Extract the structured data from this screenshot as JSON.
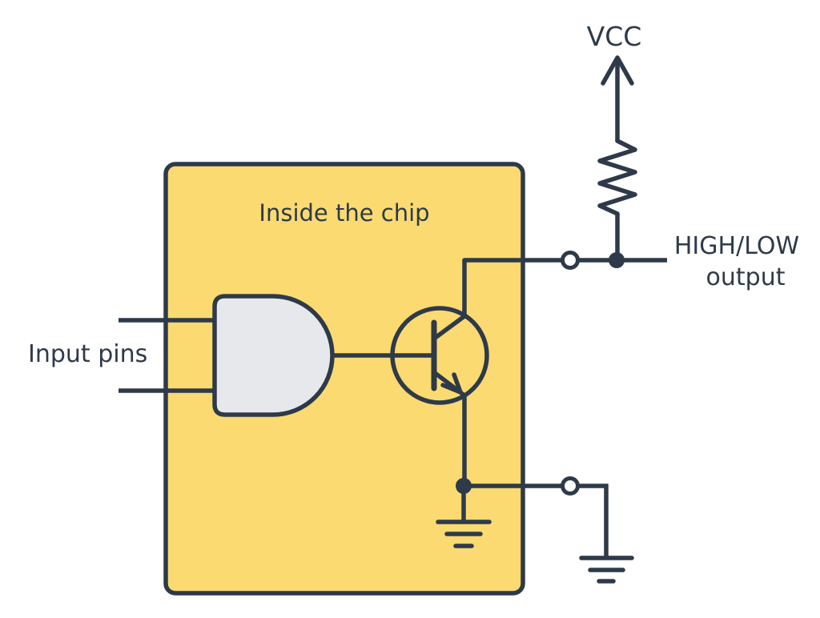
{
  "diagram": {
    "type": "circuit-schematic",
    "labels": {
      "inside_chip": "Inside the chip",
      "input_pins": "Input pins",
      "vcc": "VCC",
      "output_line1": "HIGH/LOW",
      "output_line2": "output"
    },
    "components": {
      "chip": "chip-boundary-box",
      "gate": "and-gate",
      "transistor": "npn-transistor",
      "resistor": "pull-up-resistor",
      "supply": "vcc-arrow",
      "grounds": [
        "chip-internal-ground",
        "external-ground"
      ],
      "pins": [
        "output-pin-terminal",
        "ground-pin-terminal"
      ]
    },
    "colors": {
      "ink": "#2E3A49",
      "chip_fill": "#FADA71",
      "gate_fill": "#E7E8EC",
      "background": "#FFFFFF"
    }
  }
}
